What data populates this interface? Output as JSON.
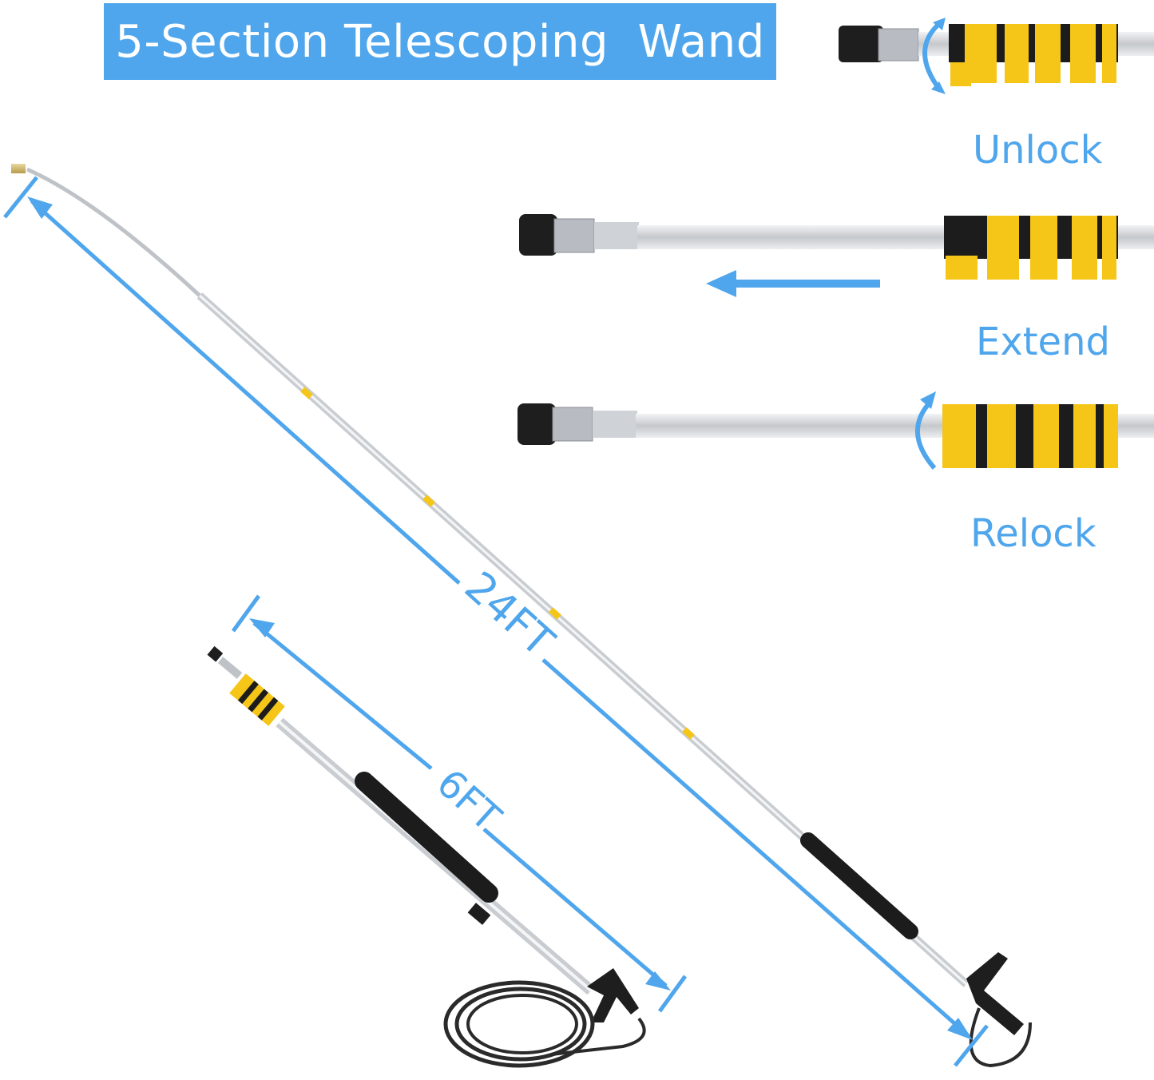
{
  "title": "5-Section Telescoping  Wand",
  "steps": [
    {
      "label": "Unlock",
      "icon": "rotate-arrow-icon"
    },
    {
      "label": "Extend",
      "icon": "left-arrow-icon"
    },
    {
      "label": "Relock",
      "icon": "rotate-arrow-icon"
    }
  ],
  "dimensions": {
    "extended": "24FT",
    "collapsed": "6FT"
  },
  "colors": {
    "accent": "#4fa6ec",
    "clip_yellow": "#f5c518",
    "grip_black": "#1c1c1c",
    "pole_silver": "#c9ccd0"
  }
}
